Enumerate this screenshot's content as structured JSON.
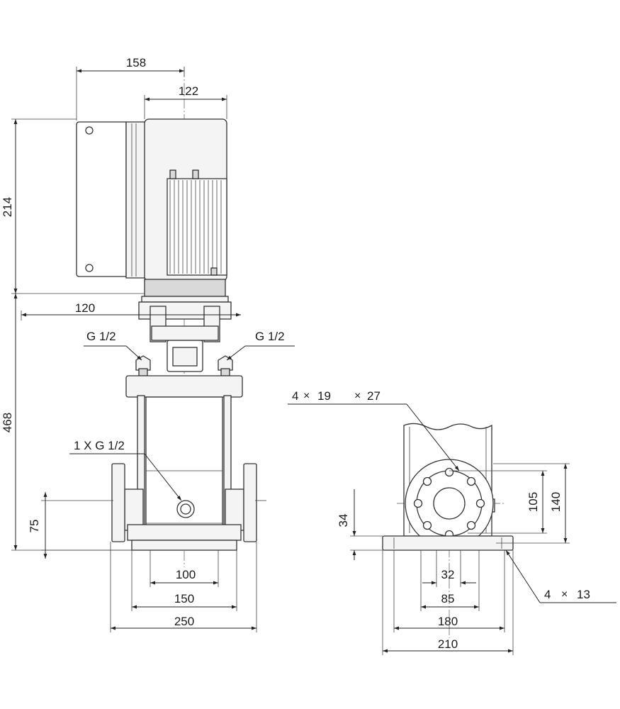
{
  "front_view": {
    "dims": {
      "top_width": "158",
      "motor_width": "122",
      "motor_height": "214",
      "pump_height": "468",
      "inlet_height": "75",
      "connection_offset": "120",
      "foot_inner": "100",
      "foot_mid": "150",
      "foot_outer": "250"
    },
    "callouts": {
      "vent_left": "G 1/2",
      "vent_right": "G 1/2",
      "drain": "1 X G 1/2"
    }
  },
  "side_view": {
    "dims": {
      "flange_inner": "105",
      "flange_outer": "140",
      "base_height": "34",
      "center_small": "32",
      "center_mid": "85",
      "base_holes_span": "180",
      "base_width": "210"
    },
    "callouts": {
      "flange_holes_count": "4",
      "flange_holes_d1": "19",
      "flange_holes_d2": "27",
      "base_holes_count": "4",
      "base_holes_d": "13",
      "times_symbol": "×"
    }
  }
}
